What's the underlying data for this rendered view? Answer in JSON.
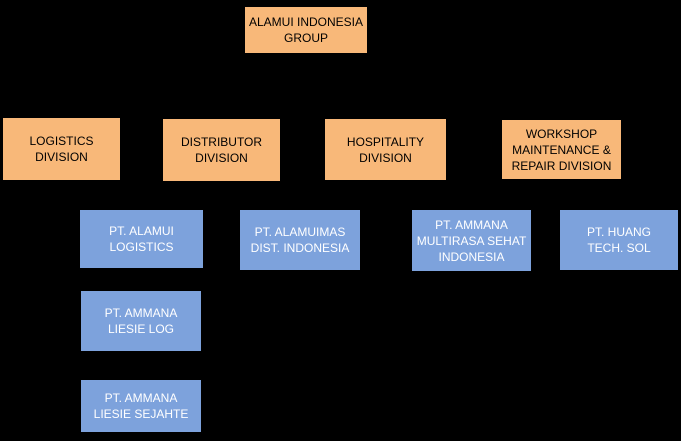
{
  "org_chart": {
    "root": {
      "label": "ALAMUI INDONESIA\nGROUP"
    },
    "divisions": [
      {
        "label": "LOGISTICS\nDIVISION"
      },
      {
        "label": "DISTRIBUTOR\nDIVISION"
      },
      {
        "label": "HOSPITALITY\nDIVISION"
      },
      {
        "label": "WORKSHOP\nMAINTENANCE &\nREPAIR DIVISION"
      }
    ],
    "companies": [
      {
        "label": "PT. ALAMUI\nLOGISTICS"
      },
      {
        "label": "PT. ALAMUIMAS\nDIST. INDONESIA"
      },
      {
        "label": "PT. AMMANA\nMULTIRASA SEHAT\nINDONESIA"
      },
      {
        "label": "PT. HUANG\nTECH. SOL"
      },
      {
        "label": "PT. AMMANA\nLIESIE LOG"
      },
      {
        "label": "PT. AMMANA\nLIESIE SEJAHTE"
      }
    ]
  },
  "colors": {
    "background": "#000000",
    "division_fill": "#F8B879",
    "division_text": "#000000",
    "company_fill": "#7DA2DC",
    "company_text": "#FFFFFF"
  }
}
